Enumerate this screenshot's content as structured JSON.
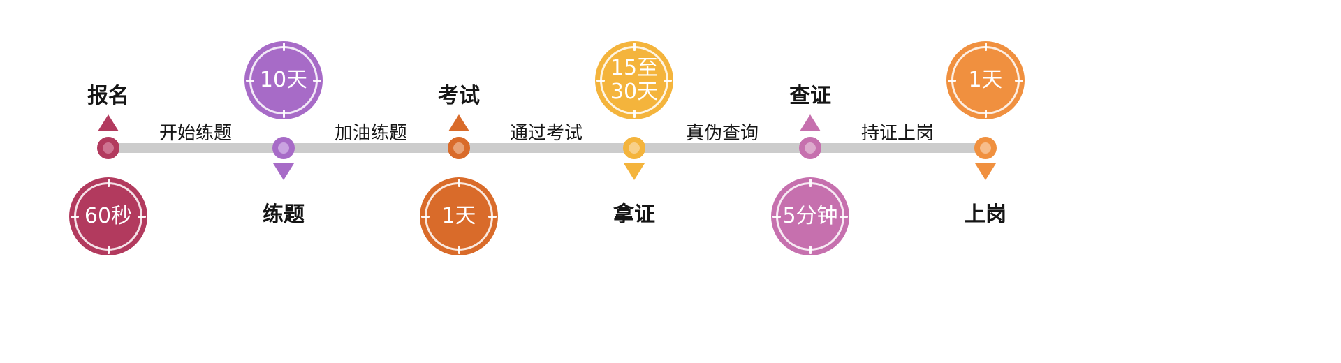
{
  "page": {
    "background": "#ffffff"
  },
  "timeline": {
    "line_color": "#cccccc",
    "steps": [
      {
        "label": "报名",
        "duration": "60秒",
        "label_position": "above",
        "color": "#b23a5e",
        "color_light": "#ce7391"
      },
      {
        "label": "练题",
        "duration": "10天",
        "label_position": "below",
        "color": "#a76bc7",
        "color_light": "#c9a3e0"
      },
      {
        "label": "考试",
        "duration": "1天",
        "label_position": "above",
        "color": "#d96b2a",
        "color_light": "#e9a377"
      },
      {
        "label": "拿证",
        "duration": "15至\n30天",
        "label_position": "below",
        "color": "#f4b43c",
        "color_light": "#f8d088"
      },
      {
        "label": "查证",
        "duration": "5分钟",
        "label_position": "above",
        "color": "#c670ae",
        "color_light": "#ddaacd"
      },
      {
        "label": "上岗",
        "duration": "1天",
        "label_position": "below",
        "color": "#f0903f",
        "color_light": "#f7bd8b"
      }
    ],
    "connectors": [
      {
        "label": "开始练题"
      },
      {
        "label": "加油练题"
      },
      {
        "label": "通过考试"
      },
      {
        "label": "真伪查询"
      },
      {
        "label": "持证上岗"
      }
    ]
  }
}
